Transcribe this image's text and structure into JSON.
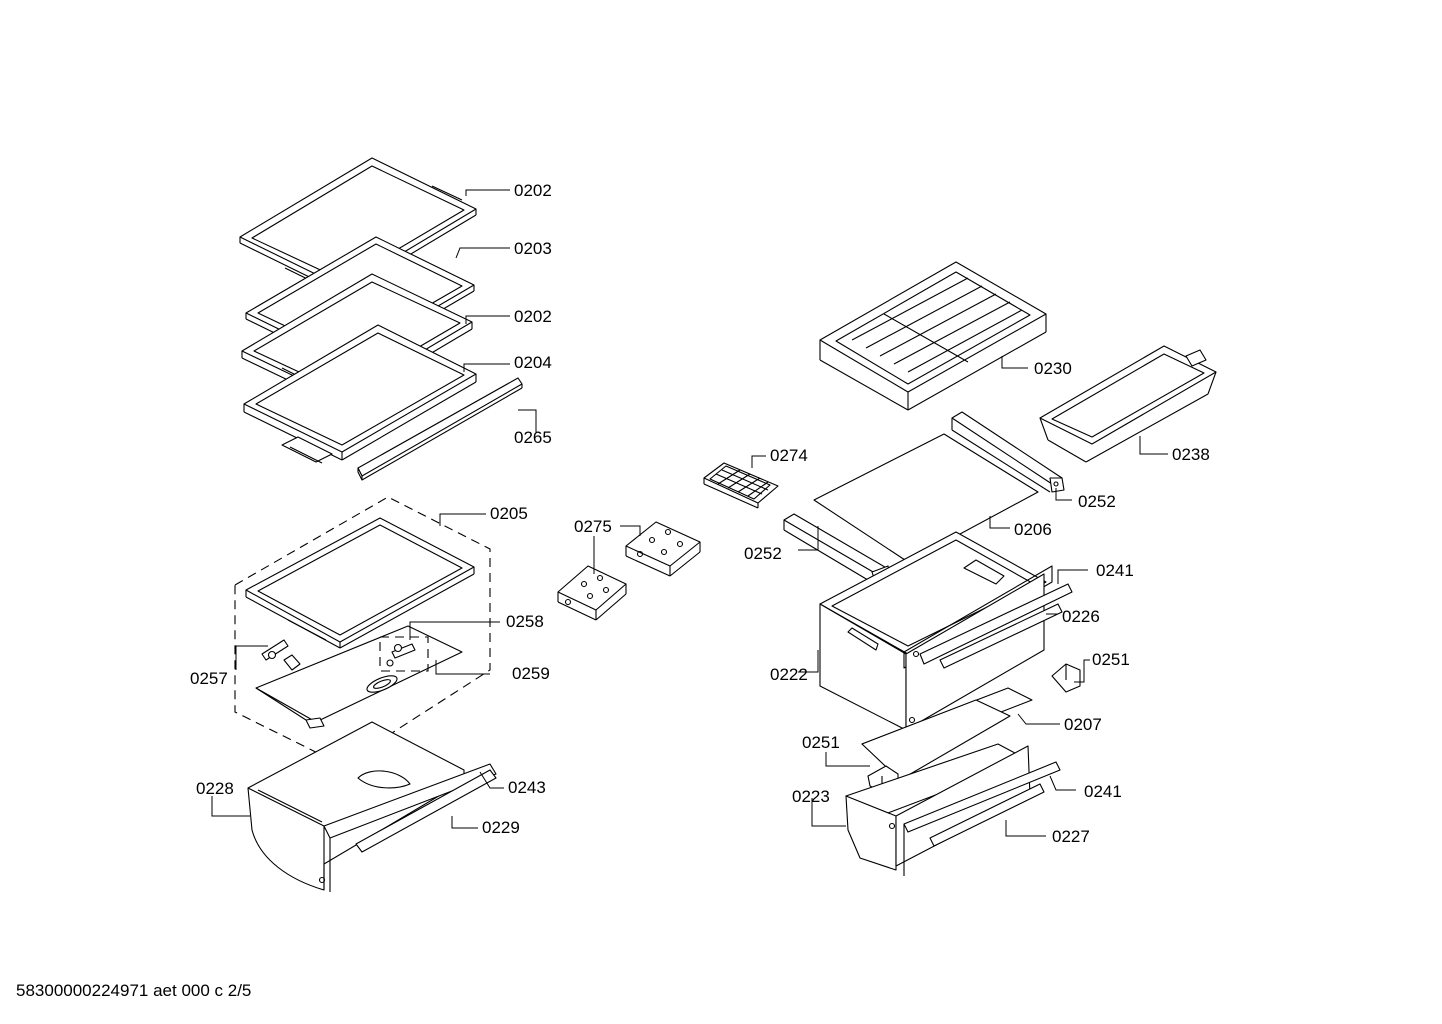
{
  "diagram": {
    "labels": {
      "p0202a": "0202",
      "p0203": "0203",
      "p0202b": "0202",
      "p0204": "0204",
      "p0265": "0265",
      "p0205": "0205",
      "p0258": "0258",
      "p0257": "0257",
      "p0259": "0259",
      "p0228": "0228",
      "p0243": "0243",
      "p0229": "0229",
      "p0275": "0275",
      "p0274": "0274",
      "p0230": "0230",
      "p0238": "0238",
      "p0252a": "0252",
      "p0206": "0206",
      "p0252b": "0252",
      "p0241a": "0241",
      "p0226": "0226",
      "p0222": "0222",
      "p0251a": "0251",
      "p0207": "0207",
      "p0251b": "0251",
      "p0223": "0223",
      "p0241b": "0241",
      "p0227": "0227"
    },
    "footer": "58300000224971 aet 000 c 2/5"
  }
}
